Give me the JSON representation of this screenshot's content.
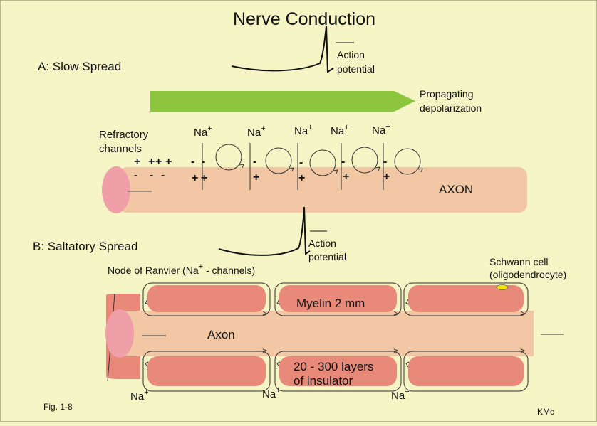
{
  "title": "Nerve Conduction",
  "section_a": {
    "heading": "A: Slow Spread",
    "action_potential": [
      "Action",
      "potential"
    ],
    "propagating": [
      "Propagating",
      "depolarization"
    ],
    "refractory": [
      "Refractory",
      "channels"
    ],
    "na": "Na",
    "na_sup": "+",
    "axon_label": "AXON",
    "signs": {
      "plus": "+",
      "minus": "-"
    }
  },
  "section_b": {
    "heading": "B: Saltatory  Spread",
    "action_potential": [
      "Action",
      "potential"
    ],
    "node_label_pre": "Node of Ranvier (Na",
    "node_label_sup": "+",
    "node_label_post": " - channels)",
    "schwann": [
      "Schwann cell",
      "(oligodendrocyte)"
    ],
    "myelin_label": "Myelin  2 mm",
    "axon_label": "Axon",
    "layers": [
      "20 - 300 layers",
      "of  insulator"
    ],
    "na": "Na",
    "na_sup": "+"
  },
  "fig_label": "Fig. 1-8",
  "author": "KMc",
  "colors": {
    "background": "#f5f5c6",
    "axon": "#f2c8a4",
    "axon_end": "#ef9fa8",
    "myelin": "#e8897a",
    "arrow": "#8cc63f",
    "schwann": "#f2e600"
  }
}
